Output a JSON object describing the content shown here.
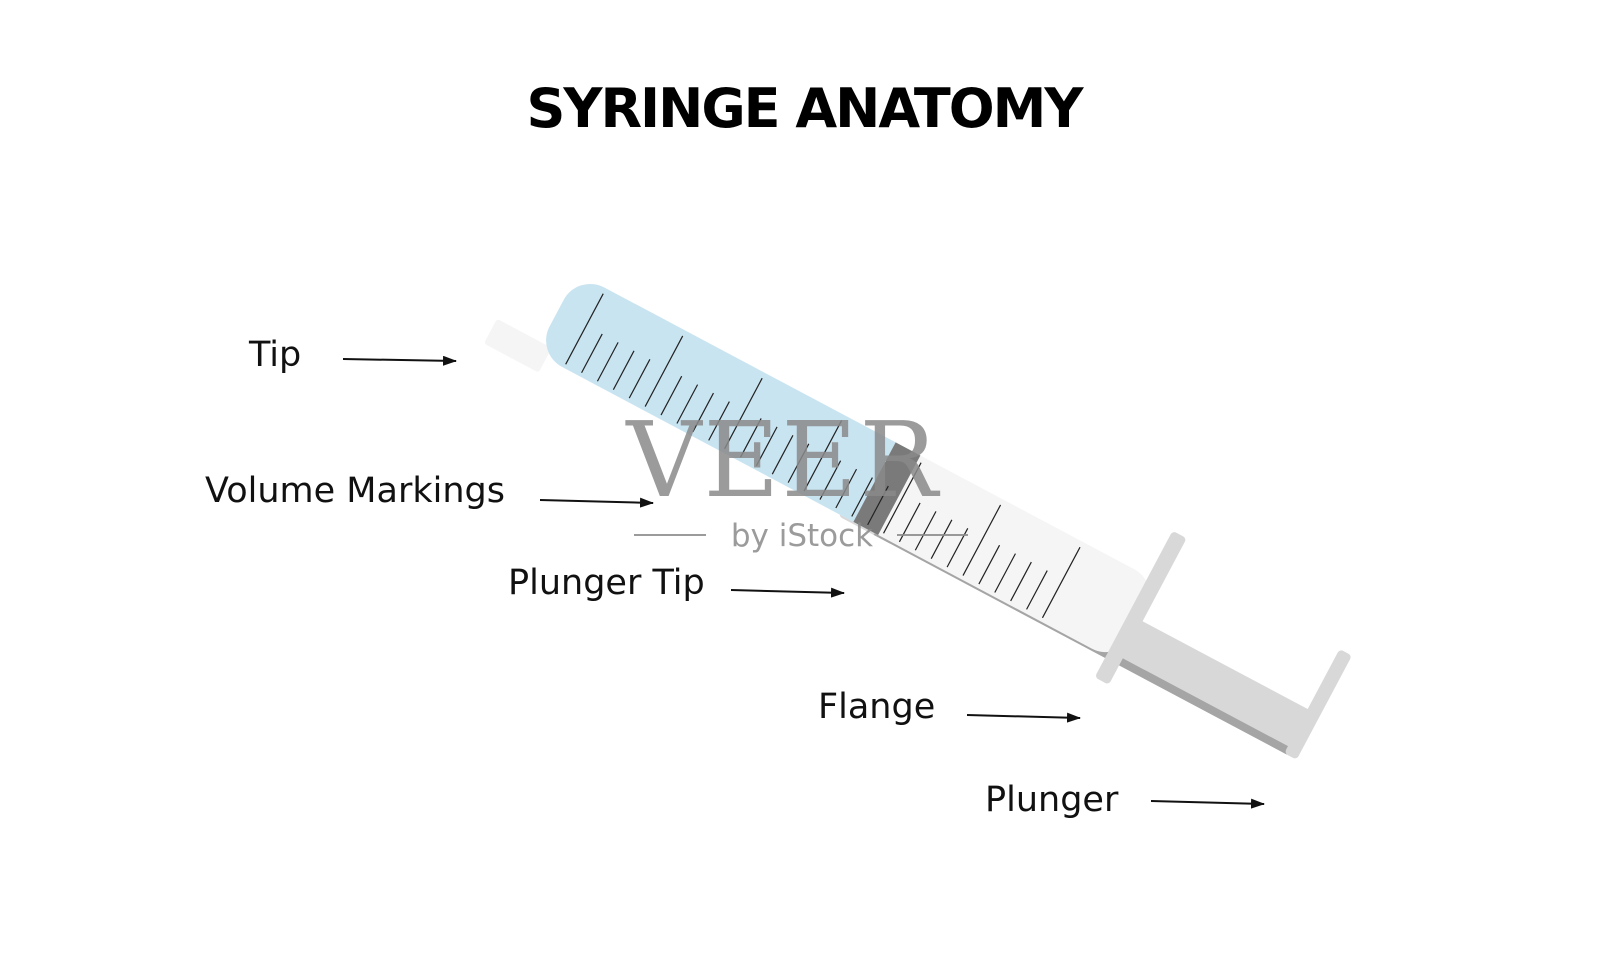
{
  "title": "SYRINGE ANATOMY",
  "labels": {
    "tip": "Tip",
    "volume_markings": "Volume Markings",
    "plunger_tip": "Plunger Tip",
    "flange": "Flange",
    "plunger": "Plunger"
  },
  "watermark": {
    "main": "VEER",
    "sub": "by iStock"
  },
  "colors": {
    "liquid": "#c9e4f1",
    "barrel": "#f5f5f5",
    "rod": "#d8d8d8",
    "plunger_tip": "#7a7a7a",
    "watermark": "#8a8a8a"
  }
}
